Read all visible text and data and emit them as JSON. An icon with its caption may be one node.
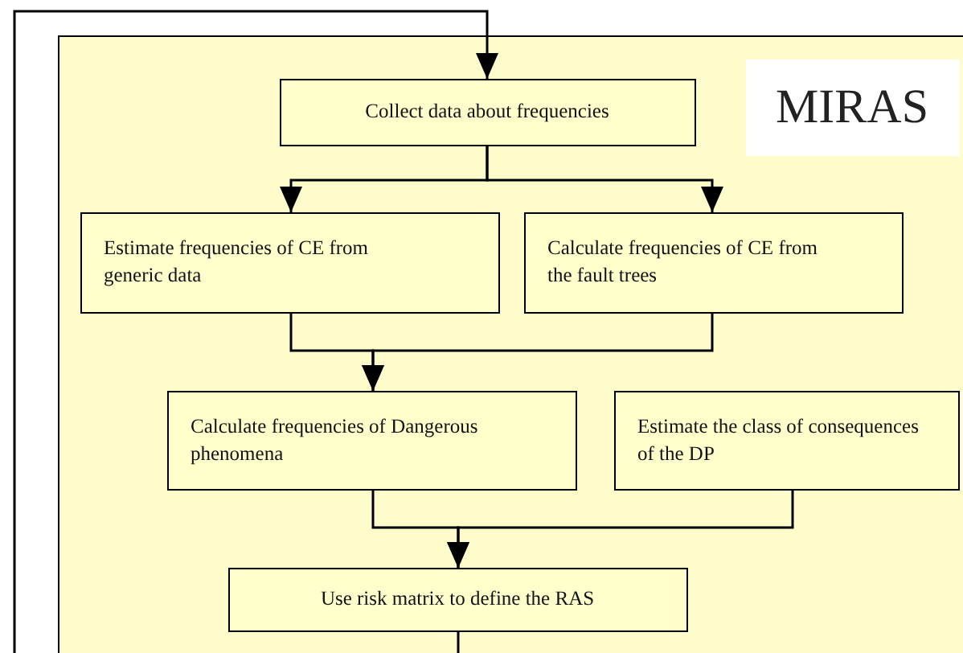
{
  "diagram": {
    "nodes": [
      {
        "text": [],
        "shape": "box"
      },
      {
        "text": [
          "MIRAS"
        ],
        "in": 0
      },
      {
        "text": [
          "Collect data about frequencies"
        ],
        "in": 0
      },
      {
        "text": [
          "Estimate frequencies of CE from generic data"
        ],
        "in": 0
      },
      {
        "text": [
          "Calculate frequencies of CE from the fault trees"
        ],
        "in": 0
      },
      {
        "text": [
          "Calculate frequencies of Dangerous phenomena"
        ],
        "in": 0
      },
      {
        "text": [
          "Estimate the class of consequences of the DP"
        ],
        "in": 0
      },
      {
        "text": [
          "Use risk matrix to define the RAS"
        ],
        "in": 0
      }
    ],
    "edges": [
      {
        "from": 2,
        "to": 3,
        "arrow": "to"
      },
      {
        "from": 2,
        "to": 4,
        "arrow": "to"
      },
      {
        "from": 3,
        "to": 5,
        "arrow": "to"
      },
      {
        "from": 4,
        "to": 5,
        "arrow": "to"
      },
      {
        "from": 5,
        "to": 7,
        "arrow": "to"
      },
      {
        "from": 6,
        "to": 7,
        "arrow": "to"
      },
      {
        "from": 7,
        "to": null,
        "arrow": "none"
      },
      {
        "from": null,
        "to": 2,
        "arrow": "to"
      }
    ]
  }
}
